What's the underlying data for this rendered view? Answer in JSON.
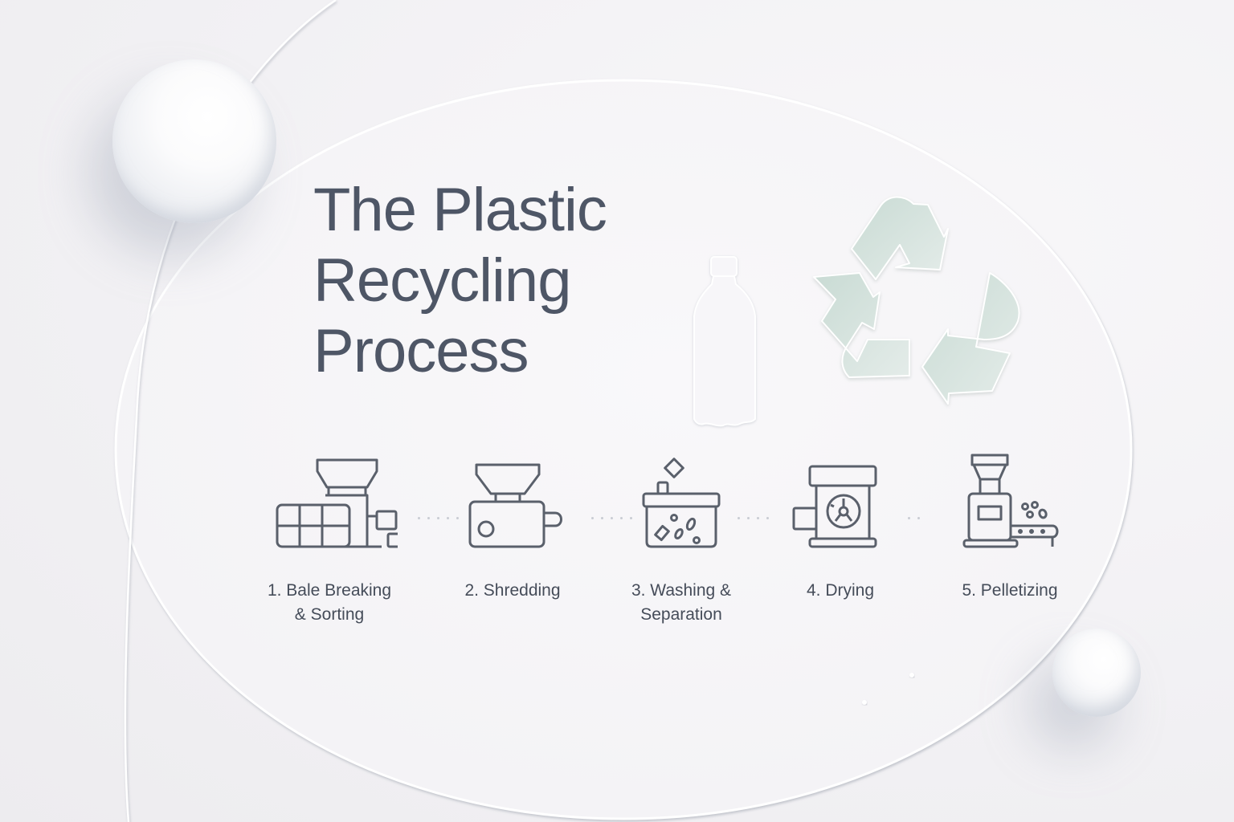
{
  "title": {
    "lines": [
      "The Plastic",
      "Recycling",
      "Process"
    ],
    "color": "#4e5666"
  },
  "hero": {
    "bottle_icon": "plastic-bottle-icon",
    "recycle_icon": "recycle-symbol-icon",
    "recycle_color": "#d3e2dc"
  },
  "steps": [
    {
      "number": "1.",
      "label_lines": [
        "1. Bale Breaking",
        "& Sorting"
      ],
      "icon": "bale-breaker-machine-icon"
    },
    {
      "number": "2.",
      "label_lines": [
        "2. Shredding"
      ],
      "icon": "shredder-machine-icon"
    },
    {
      "number": "3.",
      "label_lines": [
        "3. Washing &",
        "Separation"
      ],
      "icon": "washing-tank-icon"
    },
    {
      "number": "4.",
      "label_lines": [
        "4. Drying"
      ],
      "icon": "dryer-machine-icon"
    },
    {
      "number": "5.",
      "label_lines": [
        "5. Pelletizing"
      ],
      "icon": "pelletizer-machine-icon"
    }
  ],
  "colors": {
    "background": "#f2f1f4",
    "icon_stroke": "#5a606b",
    "label_text": "#454c59"
  }
}
